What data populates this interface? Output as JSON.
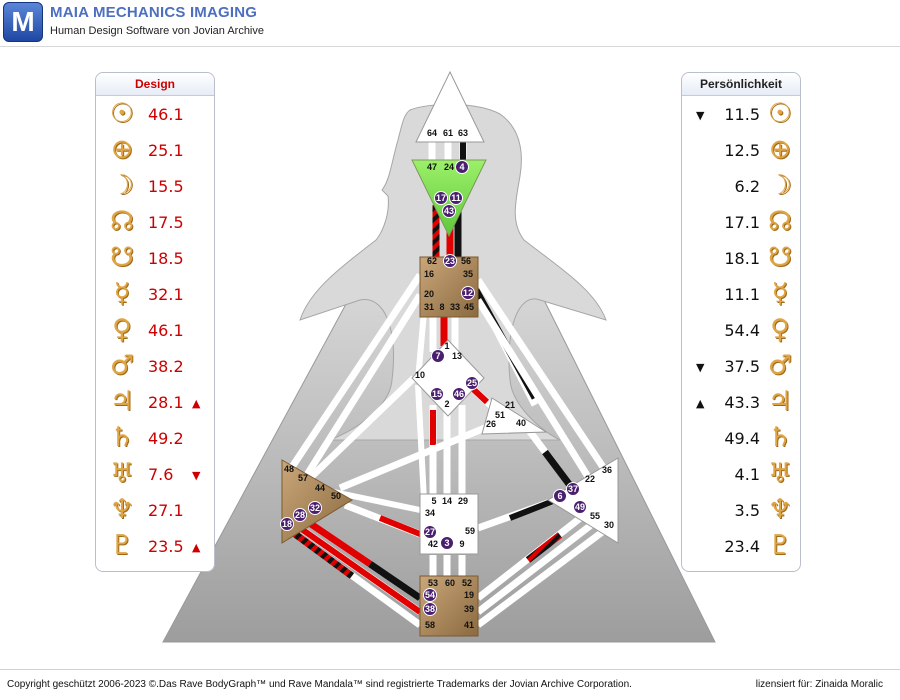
{
  "header": {
    "logo_letter": "M",
    "title": "MAIA MECHANICS IMAGING",
    "subtitle": "Human Design Software von Jovian Archive"
  },
  "design": {
    "title": "Design",
    "rows": [
      {
        "value": "46.1",
        "planet": "Sun",
        "glyph": "☉",
        "mark": ""
      },
      {
        "value": "25.1",
        "planet": "Earth",
        "glyph": "⊕",
        "mark": ""
      },
      {
        "value": "15.5",
        "planet": "Moon",
        "glyph": "☽",
        "mark": ""
      },
      {
        "value": "17.5",
        "planet": "North Node",
        "glyph": "☊",
        "mark": ""
      },
      {
        "value": "18.5",
        "planet": "South Node",
        "glyph": "☋",
        "mark": ""
      },
      {
        "value": "32.1",
        "planet": "Mercury",
        "glyph": "☿",
        "mark": ""
      },
      {
        "value": "46.1",
        "planet": "Venus",
        "glyph": "♀",
        "mark": ""
      },
      {
        "value": "38.2",
        "planet": "Mars",
        "glyph": "♂",
        "mark": ""
      },
      {
        "value": "28.1",
        "planet": "Jupiter",
        "glyph": "♃",
        "mark": "▲"
      },
      {
        "value": "49.2",
        "planet": "Saturn",
        "glyph": "♄",
        "mark": ""
      },
      {
        "value": "7.6",
        "planet": "Uranus",
        "glyph": "♅",
        "mark": "▼"
      },
      {
        "value": "27.1",
        "planet": "Neptune",
        "glyph": "♆",
        "mark": ""
      },
      {
        "value": "23.5",
        "planet": "Pluto",
        "glyph": "♇",
        "mark": "▲"
      }
    ]
  },
  "personality": {
    "title": "Persönlichkeit",
    "rows": [
      {
        "value": "11.5",
        "planet": "Sun",
        "glyph": "☉",
        "mark": "▼"
      },
      {
        "value": "12.5",
        "planet": "Earth",
        "glyph": "⊕",
        "mark": ""
      },
      {
        "value": "6.2",
        "planet": "Moon",
        "glyph": "☽",
        "mark": ""
      },
      {
        "value": "17.1",
        "planet": "North Node",
        "glyph": "☊",
        "mark": ""
      },
      {
        "value": "18.1",
        "planet": "South Node",
        "glyph": "☋",
        "mark": ""
      },
      {
        "value": "11.1",
        "planet": "Mercury",
        "glyph": "☿",
        "mark": ""
      },
      {
        "value": "54.4",
        "planet": "Venus",
        "glyph": "♀",
        "mark": ""
      },
      {
        "value": "37.5",
        "planet": "Mars",
        "glyph": "♂",
        "mark": "▼"
      },
      {
        "value": "43.3",
        "planet": "Jupiter",
        "glyph": "♃",
        "mark": "▲"
      },
      {
        "value": "49.4",
        "planet": "Saturn",
        "glyph": "♄",
        "mark": ""
      },
      {
        "value": "4.1",
        "planet": "Uranus",
        "glyph": "♅",
        "mark": ""
      },
      {
        "value": "3.5",
        "planet": "Neptune",
        "glyph": "♆",
        "mark": ""
      },
      {
        "value": "23.4",
        "planet": "Pluto",
        "glyph": "♇",
        "mark": ""
      }
    ]
  },
  "bodygraph": {
    "colors": {
      "design": "#ff0000",
      "personality": "#000000",
      "defined_center": "#b08a5b",
      "ajna": "#7fe05a",
      "undefined": "#ffffff",
      "activated_gate": "#4b1f6f"
    },
    "centers": [
      {
        "name": "Head",
        "defined": false,
        "gates": [
          "64",
          "61",
          "63"
        ]
      },
      {
        "name": "Ajna",
        "defined": true,
        "gates": [
          "47",
          "24",
          "4",
          "17",
          "11",
          "43"
        ]
      },
      {
        "name": "Throat",
        "defined": true,
        "gates": [
          "62",
          "23",
          "56",
          "16",
          "35",
          "20",
          "12",
          "31",
          "8",
          "33",
          "45"
        ]
      },
      {
        "name": "G",
        "defined": false,
        "gates": [
          "1",
          "7",
          "13",
          "10",
          "25",
          "15",
          "46",
          "2"
        ]
      },
      {
        "name": "Heart",
        "defined": false,
        "gates": [
          "21",
          "51",
          "26",
          "40"
        ]
      },
      {
        "name": "Spleen",
        "defined": true,
        "gates": [
          "48",
          "57",
          "44",
          "50",
          "32",
          "28",
          "18"
        ]
      },
      {
        "name": "Sacral",
        "defined": false,
        "gates": [
          "5",
          "14",
          "29",
          "34",
          "59",
          "27",
          "42",
          "3",
          "9"
        ]
      },
      {
        "name": "Solar Plexus",
        "defined": false,
        "gates": [
          "36",
          "22",
          "37",
          "6",
          "49",
          "55",
          "30"
        ]
      },
      {
        "name": "Root",
        "defined": true,
        "gates": [
          "53",
          "60",
          "52",
          "54",
          "19",
          "38",
          "39",
          "58",
          "41"
        ]
      }
    ],
    "activated_gates": [
      "4",
      "17",
      "11",
      "43",
      "23",
      "12",
      "7",
      "25",
      "15",
      "46",
      "32",
      "28",
      "18",
      "27",
      "3",
      "37",
      "6",
      "49",
      "54",
      "38"
    ]
  },
  "footer": {
    "copyright": "Copyright geschützt 2006-2023 ©.Das Rave BodyGraph™ und Rave Mandala™ sind registrierte Trademarks der Jovian Archive Corporation.",
    "license": "lizensiert für: Zinaida Moralic"
  }
}
